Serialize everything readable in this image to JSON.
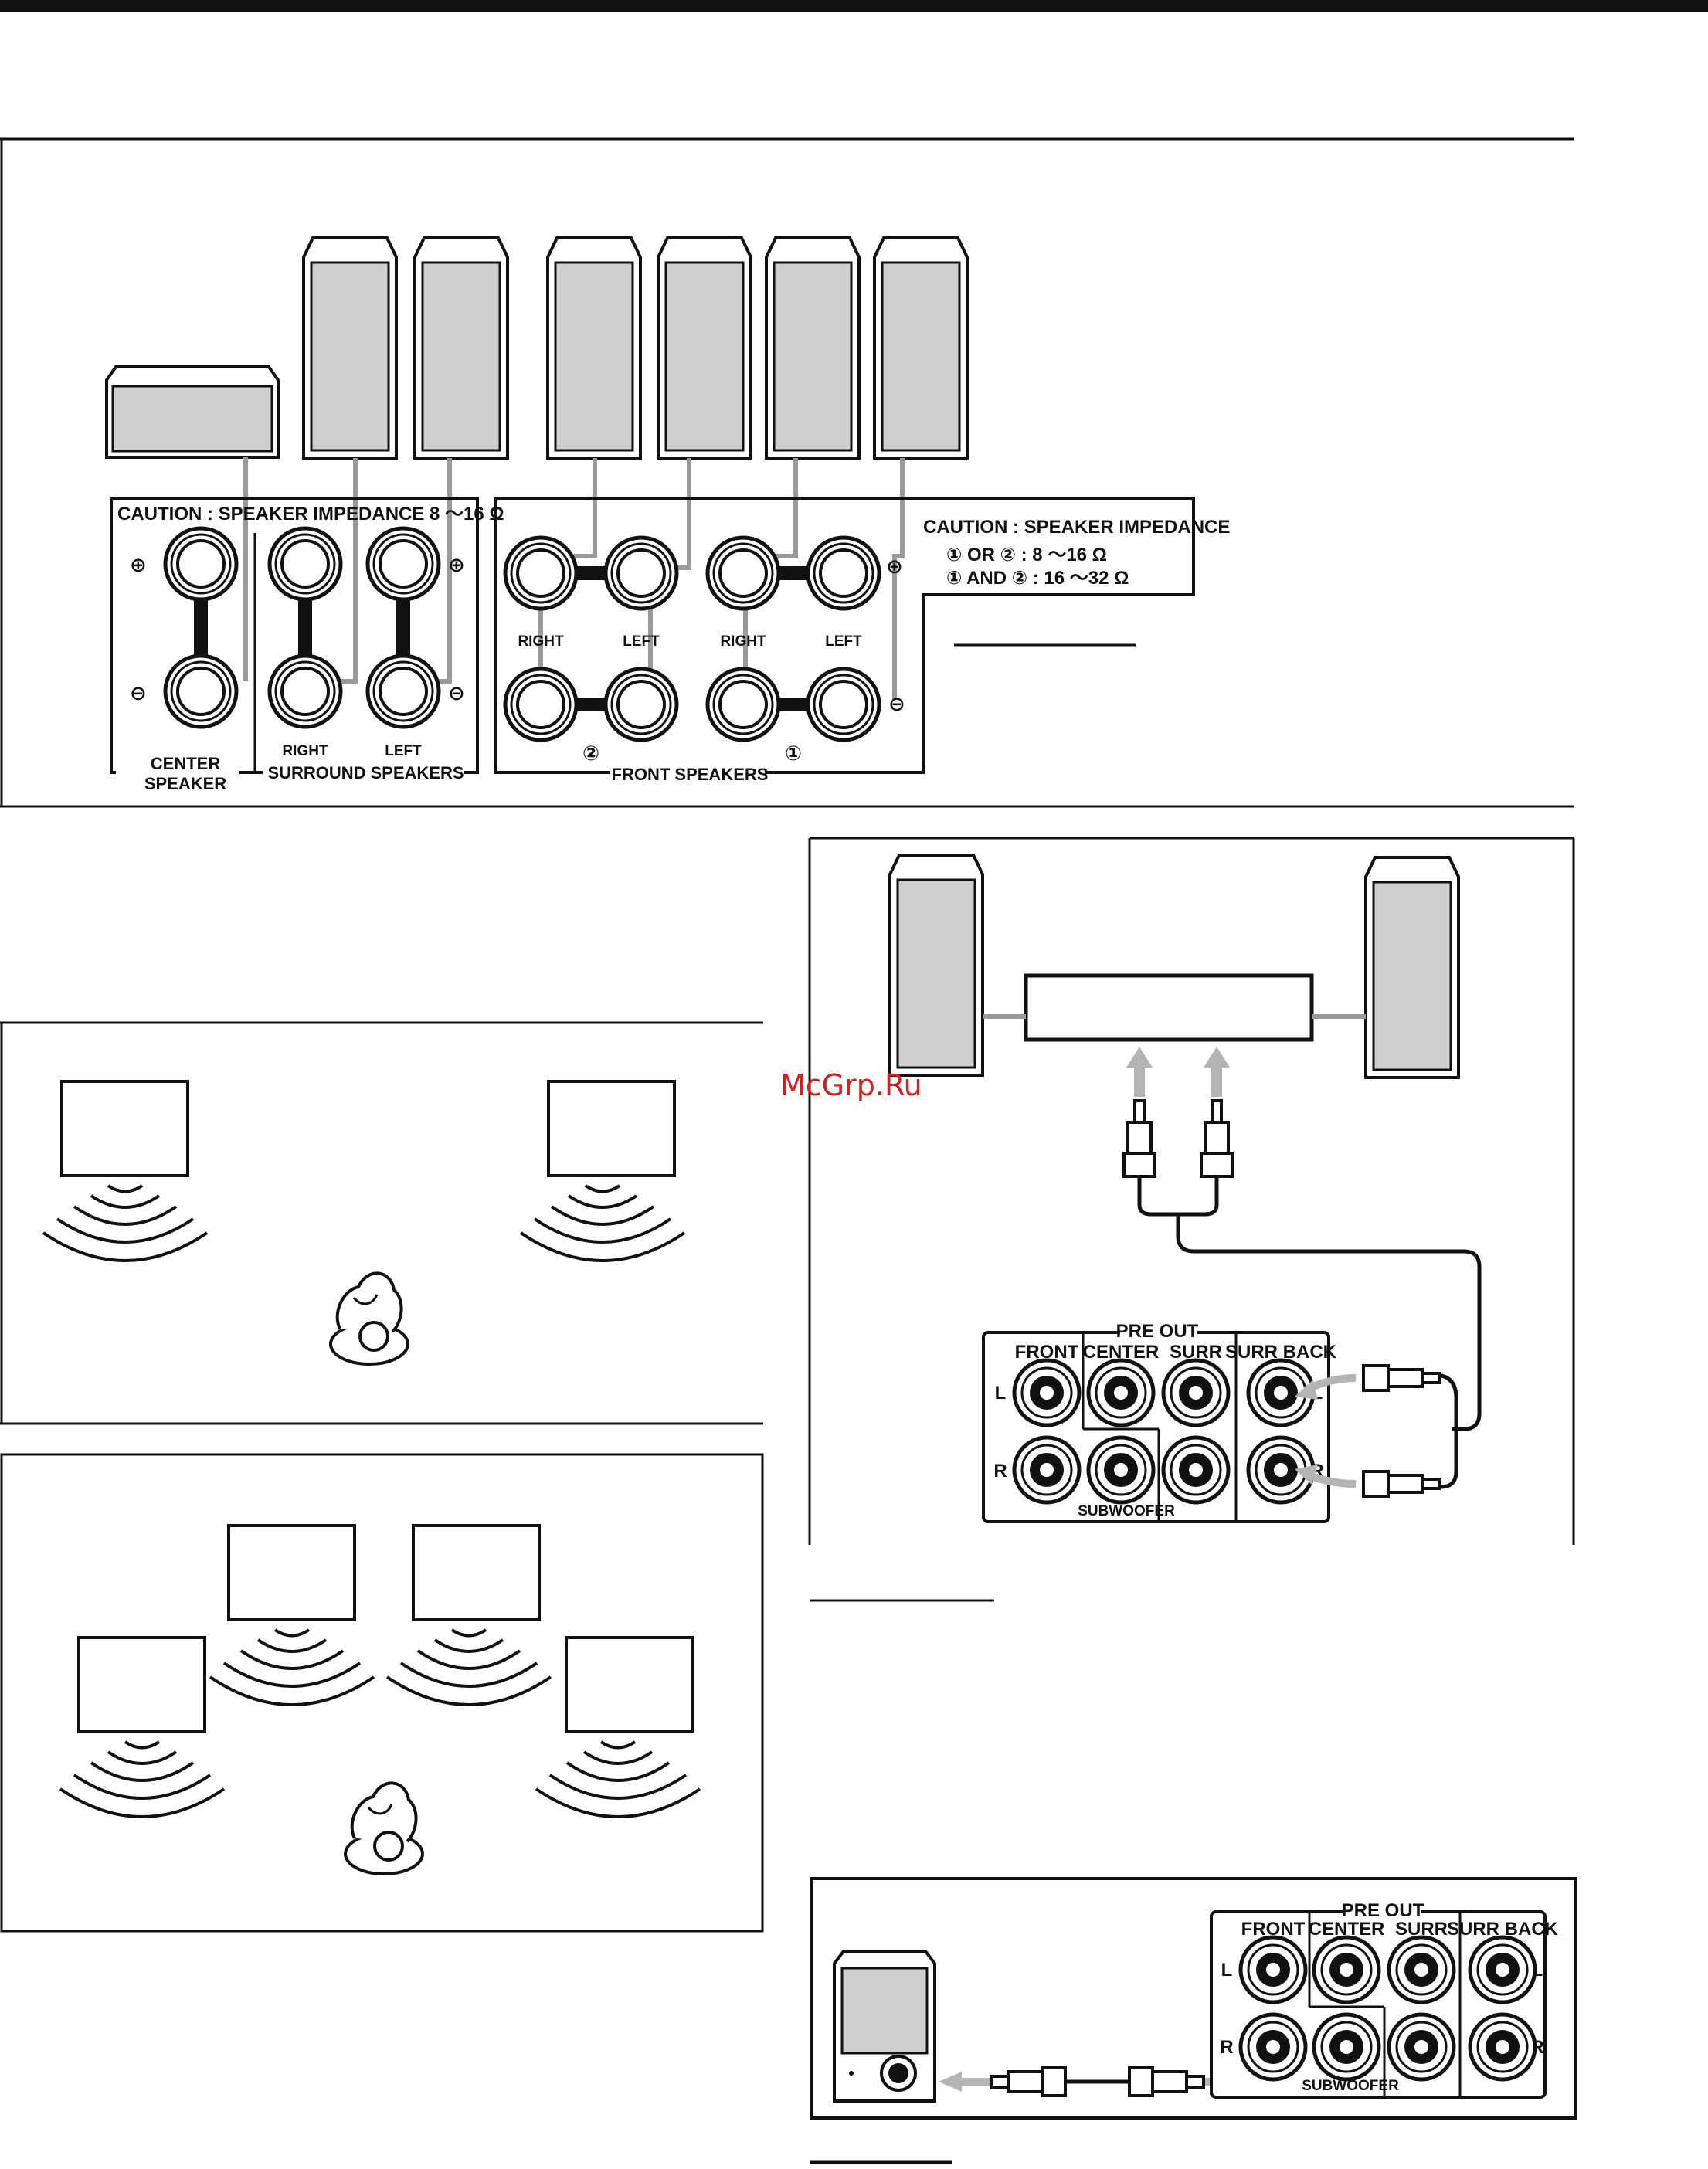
{
  "watermark": "McGrp.Ru",
  "speaker_panel": {
    "caution_left": "CAUTION : SPEAKER IMPEDANCE  8 ～16 Ω",
    "caution_right_title": "CAUTION : SPEAKER IMPEDANCE",
    "caution_right_line1": "① OR ② :  8 ～16 Ω",
    "caution_right_line2": "① AND ② :  16 ～32 Ω",
    "plus_sign": "⊕",
    "minus_sign": "⊖",
    "center_label_1": "CENTER",
    "center_label_2": "SPEAKER",
    "surround_right": "RIGHT",
    "surround_left": "LEFT",
    "surround_word": "SURROUND",
    "speakers_word": "SPEAKERS",
    "front_right": "RIGHT",
    "front_left": "LEFT",
    "front_group_2": "②",
    "front_group_1": "①",
    "front_speakers": "FRONT SPEAKERS"
  },
  "preout": {
    "title": "PRE OUT",
    "col_front": "FRONT",
    "col_center": "CENTER",
    "col_surr": "SURR",
    "col_surr_back": "SURR BACK",
    "row_l": "L",
    "row_r": "R",
    "subwoofer": "SUBWOOFER"
  }
}
